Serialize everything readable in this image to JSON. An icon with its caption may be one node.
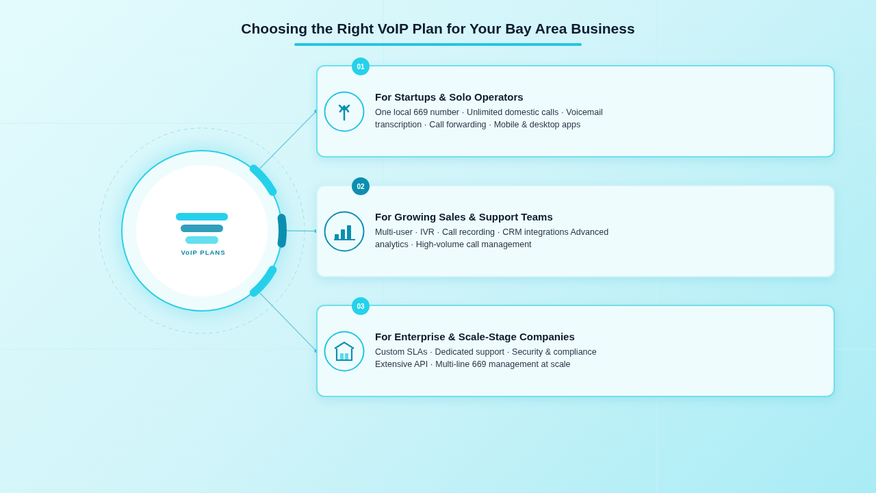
{
  "diagram": {
    "title": "Choosing the Right VoIP Plan for Your Bay Area Business",
    "nodes": [
      {
        "text": [
          "VoIP PLANS"
        ]
      },
      {
        "text": [
          "01",
          "For Startups & Solo Operators",
          "One local 669 number · Unlimited domestic calls · Voicemail transcription · Call forwarding · Mobile & desktop apps"
        ]
      },
      {
        "text": [
          "02",
          "For Growing Sales & Support Teams",
          "Multi-user · IVR · Call recording · CRM integrations Advanced analytics · High-volume call management"
        ]
      },
      {
        "text": [
          "03",
          "For Enterprise & Scale-Stage Companies",
          "Custom SLAs · Dedicated support · Security & compliance Extensive API · Multi-line 669 management at scale"
        ]
      }
    ],
    "edges": [
      {
        "from": 0,
        "to": 1,
        "arrow": "other"
      },
      {
        "from": 0,
        "to": 2,
        "arrow": "other"
      },
      {
        "from": 0,
        "to": 3,
        "arrow": "other"
      }
    ]
  }
}
